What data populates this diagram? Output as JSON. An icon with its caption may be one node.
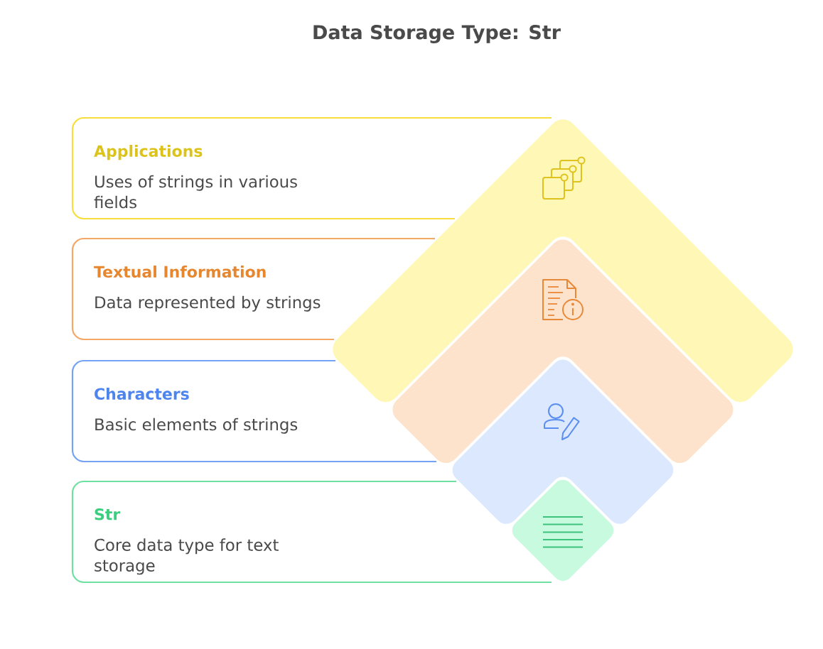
{
  "diagram": {
    "title": "Data Storage Type: Str",
    "nodes": [
      {
        "text": [
          "Applications",
          "Uses of strings in various fields"
        ]
      },
      {
        "text": [
          "Textual Information",
          "Data represented by strings"
        ]
      },
      {
        "text": [
          "Characters",
          "Basic elements of strings"
        ]
      },
      {
        "text": [
          "Str",
          "Core data type for text storage"
        ]
      },
      {
        "text": [],
        "shape": "diamond"
      },
      {
        "text": [],
        "shape": "diamond"
      },
      {
        "text": [],
        "shape": "diamond"
      },
      {
        "text": [],
        "shape": "diamond"
      }
    ]
  }
}
